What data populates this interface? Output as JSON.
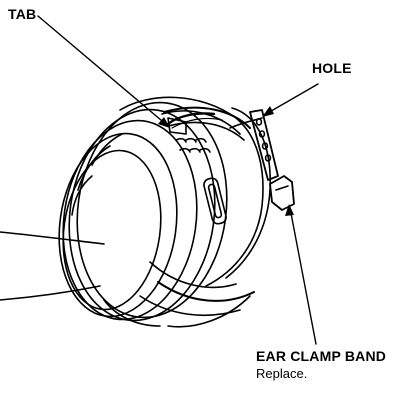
{
  "labels": {
    "tab": "TAB",
    "hole": "HOLE",
    "ear_clamp_band": "EAR CLAMP BAND",
    "ear_clamp_note": "Replace."
  },
  "colors": {
    "ink": "#000000",
    "paper": "#ffffff"
  }
}
